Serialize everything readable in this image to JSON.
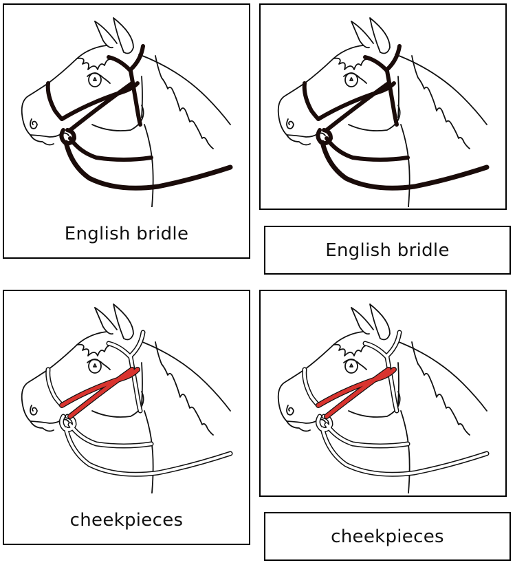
{
  "cards": {
    "control_1": {
      "type": "picture-with-label",
      "label": "English bridle",
      "illustration": "horse-head-english-bridle",
      "highlight": "whole bridle (dark brown)"
    },
    "picture_1": {
      "type": "picture-only",
      "illustration": "horse-head-english-bridle"
    },
    "label_1": {
      "type": "label-only",
      "label": "English bridle"
    },
    "control_2": {
      "type": "picture-with-label",
      "label": "cheekpieces",
      "illustration": "horse-head-cheekpieces",
      "highlight": "cheekpieces (red)"
    },
    "picture_2": {
      "type": "picture-only",
      "illustration": "horse-head-cheekpieces"
    },
    "label_2": {
      "type": "label-only",
      "label": "cheekpieces"
    }
  },
  "colors": {
    "border": "#000000",
    "bridle_dark": "#1a0c0a",
    "highlight_red": "#d9342f",
    "text": "#111111"
  }
}
